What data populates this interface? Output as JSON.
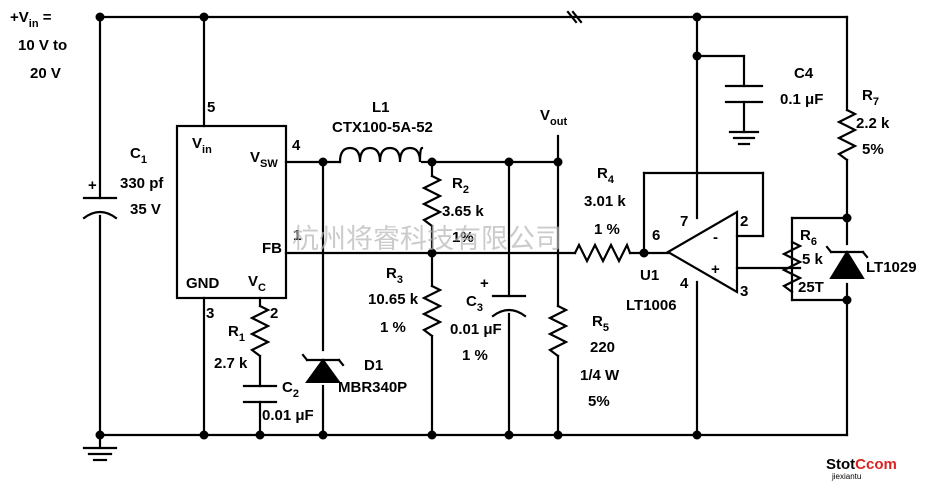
{
  "supply": {
    "label_vin": "+V",
    "label_vin_sub": "in",
    "label_eq": " =",
    "line2": "10 V to",
    "line3": "20 V"
  },
  "c1": {
    "name": "C",
    "sub": "1",
    "value": "330 pf",
    "voltage": "35 V",
    "polarity": "+"
  },
  "regulator": {
    "pin_vin_num": "5",
    "pin_vin": "V",
    "pin_vin_sub": "in",
    "pin_vsw": "V",
    "pin_vsw_sub": "SW",
    "pin_vsw_num": "4",
    "pin_fb": "FB",
    "pin_fb_num": "1",
    "pin_gnd": "GND",
    "pin_vc": "V",
    "pin_vc_sub": "C",
    "pin_gnd_num": "3",
    "pin_vc_num": "2"
  },
  "l1": {
    "name": "L1",
    "part": "CTX100-5A-52"
  },
  "r1": {
    "name": "R",
    "sub": "1",
    "value": "2.7 k"
  },
  "c2": {
    "name": "C",
    "sub": "2",
    "value": "0.01 μF"
  },
  "d1": {
    "name": "D1",
    "part": "MBR340P"
  },
  "r2": {
    "name": "R",
    "sub": "2",
    "value": "3.65 k",
    "tol": "1%"
  },
  "r3": {
    "name": "R",
    "sub": "3",
    "value": "10.65 k",
    "tol": "1 %"
  },
  "c3": {
    "name": "C",
    "sub": "3",
    "value": "0.01 μF",
    "tol": "1 %",
    "polarity": "+"
  },
  "vout": {
    "label": "V",
    "sub": "out"
  },
  "r4": {
    "name": "R",
    "sub": "4",
    "value": "3.01 k",
    "tol": "1 %"
  },
  "r5": {
    "name": "R",
    "sub": "5",
    "value": "220",
    "power": "1/4 W",
    "tol": "5%"
  },
  "u1": {
    "name": "U1",
    "part": "LT1006",
    "pin6": "6",
    "pin7": "7",
    "pin2": "2",
    "pin4": "4",
    "pin3": "3",
    "minus": "-",
    "plus": "+"
  },
  "c4": {
    "name": "C4",
    "value": "0.1 μF"
  },
  "r7": {
    "name": "R",
    "sub": "7",
    "value": "2.2 k",
    "tol": "5%"
  },
  "r6": {
    "name": "R",
    "sub": "6",
    "value": "5 k",
    "extra": "25T"
  },
  "ref": {
    "part": "LT1029"
  },
  "watermark": {
    "text": "杭州将睿科技有限公司"
  },
  "logo": {
    "text1": "Stot",
    "text2": "C",
    "text3": "com",
    "sub": "jiexiantu"
  }
}
